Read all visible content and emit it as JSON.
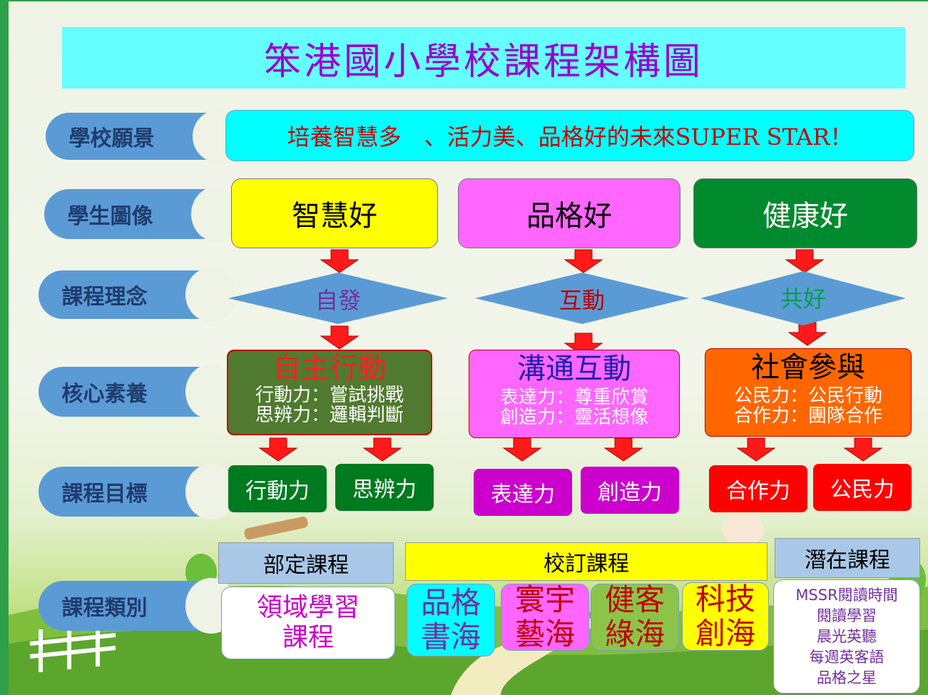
{
  "title": "笨港國小學校課程架構圖",
  "rows": {
    "vision": "學校願景",
    "portrait": "學生圖像",
    "idea": "課程理念",
    "core": "核心素養",
    "goal": "課程目標",
    "category": "課程類別"
  },
  "vision_text": "培養智慧多　、活力美、品格好的未來SUPER STAR！",
  "portraits": [
    "智慧好",
    "品格好",
    "健康好"
  ],
  "ideas": [
    "自發",
    "互動",
    "共好"
  ],
  "cores": [
    {
      "title": "自主行動",
      "line1": "行動力：嘗試挑戰",
      "line2": "思辨力：邏輯判斷"
    },
    {
      "title": "溝通互動",
      "line1": "表達力：尊重欣賞",
      "line2": "創造力：靈活想像"
    },
    {
      "title": "社會參與",
      "line1": "公民力：公民行動",
      "line2": "合作力：團隊合作"
    }
  ],
  "goals": [
    "行動力",
    "思辨力",
    "表達力",
    "創造力",
    "合作力",
    "公民力"
  ],
  "categories": {
    "required": {
      "head": "部定課程",
      "line1": "領域學習",
      "line2": "課程"
    },
    "school": {
      "head": "校訂課程",
      "items": [
        {
          "l1": "品格",
          "l2": "書海"
        },
        {
          "l1": "寰宇",
          "l2": "藝海"
        },
        {
          "l1": "健客",
          "l2": "綠海"
        },
        {
          "l1": "科技",
          "l2": "創海"
        }
      ]
    },
    "hidden": {
      "head": "潛在課程",
      "items": [
        "MSSR閱讀時間",
        "閱讀學習",
        "晨光英聽",
        "每週英客語",
        "品格之星"
      ]
    }
  },
  "colors": {
    "portrait": [
      "#ffff00",
      "#ff66ff",
      "#008a2e"
    ],
    "core": [
      "#4f7a2f",
      "#ff66ff",
      "#ff6600"
    ],
    "goal": [
      "#007a1f",
      "#007a1f",
      "#cc00cc",
      "#cc00cc",
      "#ff0000",
      "#ff0000"
    ]
  }
}
